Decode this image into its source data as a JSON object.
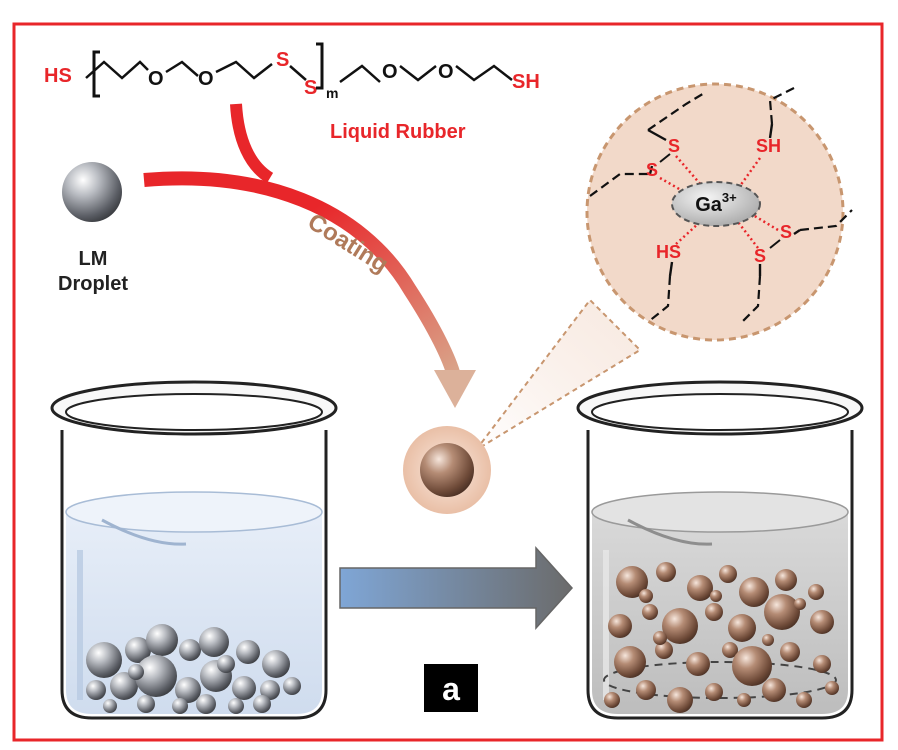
{
  "colors": {
    "frame": "#e8262a",
    "bond_red": "#e8262a",
    "coating_brown": "#b07a5a",
    "magnified_bg": "#f2d9c9",
    "water_blue": "#dde8f4",
    "water_gray": "#cfcfcf",
    "arrow_start": "#7fa6d6",
    "arrow_end": "#6b6b6b"
  },
  "formula": {
    "hs_left": "HS",
    "o1": "O",
    "o2": "O",
    "s1": "S",
    "s2": "S",
    "m": "m",
    "o3": "O",
    "o4": "O",
    "sh_right": "SH"
  },
  "labels": {
    "liquid_rubber": "Liquid Rubber",
    "lm_line1": "LM",
    "lm_line2": "Droplet",
    "coating": "Coating",
    "panel": "a"
  },
  "magnified": {
    "ion": "Ga",
    "ion_charge": "3+",
    "s_upper_1": "S",
    "s_upper_2": "S",
    "sh": "SH",
    "hs": "HS",
    "s_lower_1": "S",
    "s_lower_2": "S"
  }
}
